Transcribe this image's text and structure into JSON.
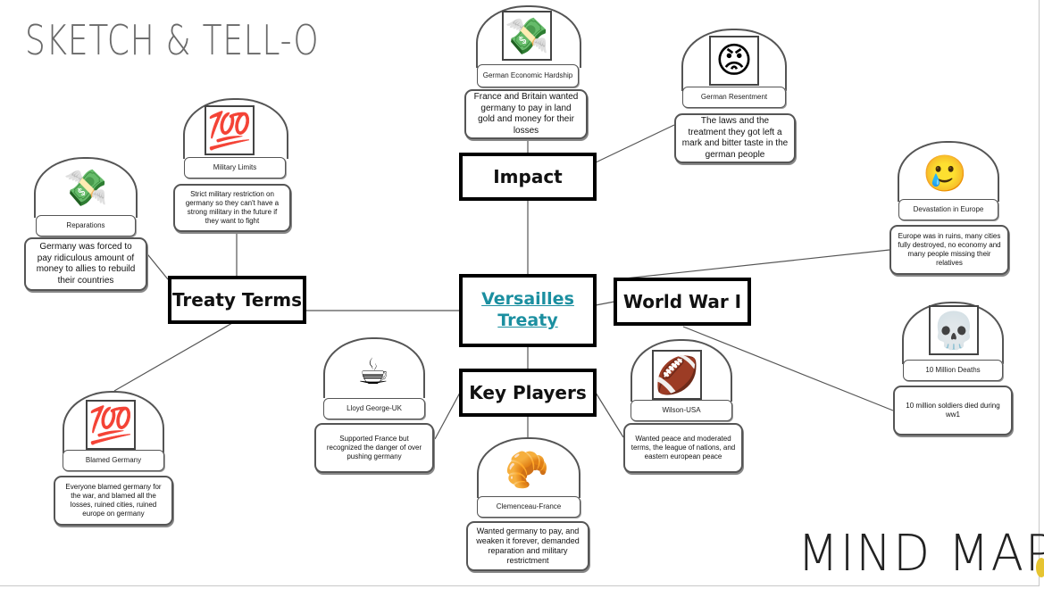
{
  "title": "SKETCH & TELL-O",
  "footer": "MIND MAP",
  "hubs": {
    "center": {
      "line1": "Versailles",
      "line2": "Treaty"
    },
    "treaty_terms": "Treaty Terms",
    "impact": "Impact",
    "world_war": "World War I",
    "key_players": "Key Players"
  },
  "nodes": {
    "reparations": {
      "emoji": "💸",
      "label": "Reparations",
      "text": "Germany was forced to pay ridiculous amount of money to allies to rebuild their countries"
    },
    "military": {
      "emoji": "💯",
      "label": "Military Limits",
      "text": "Strict military restriction on germany so they can't have a strong military in the future if they want to fight"
    },
    "economic": {
      "emoji": "💸",
      "label": "German Economic Hardship",
      "text": "France and Britain wanted germany to pay in land gold and money for their losses"
    },
    "resentment": {
      "emoji": "😡",
      "label": "German Resentment",
      "text": "The laws and the treatment they got left a mark and bitter taste in the german people"
    },
    "devastation": {
      "emoji": "🥲",
      "label": "Devastation in Europe",
      "text": "Europe was in ruins, many cities fully destroyed, no economy and many people missing their relatives"
    },
    "deaths": {
      "emoji": "💀",
      "label": "10 Million Deaths",
      "text": "10 million soldiers died during ww1"
    },
    "blamed": {
      "emoji": "💯",
      "label": "Blamed Germany",
      "text": "Everyone blamed germany for the war, and blamed all the losses, ruined cities, ruined europe on germany"
    },
    "lloyd": {
      "emoji": "☕",
      "label": "Lloyd George-UK",
      "text": "Supported France but recognized the danger of over pushing germany"
    },
    "wilson": {
      "emoji": "🏈",
      "label": "Wilson-USA",
      "text": "Wanted peace and moderated terms, the league of nations, and eastern european peace"
    },
    "clemenceau": {
      "emoji": "🥐",
      "label": "Clemenceau-France",
      "text": "Wanted germany to pay, and weaken it forever, demanded reparation and military restrictment"
    }
  }
}
